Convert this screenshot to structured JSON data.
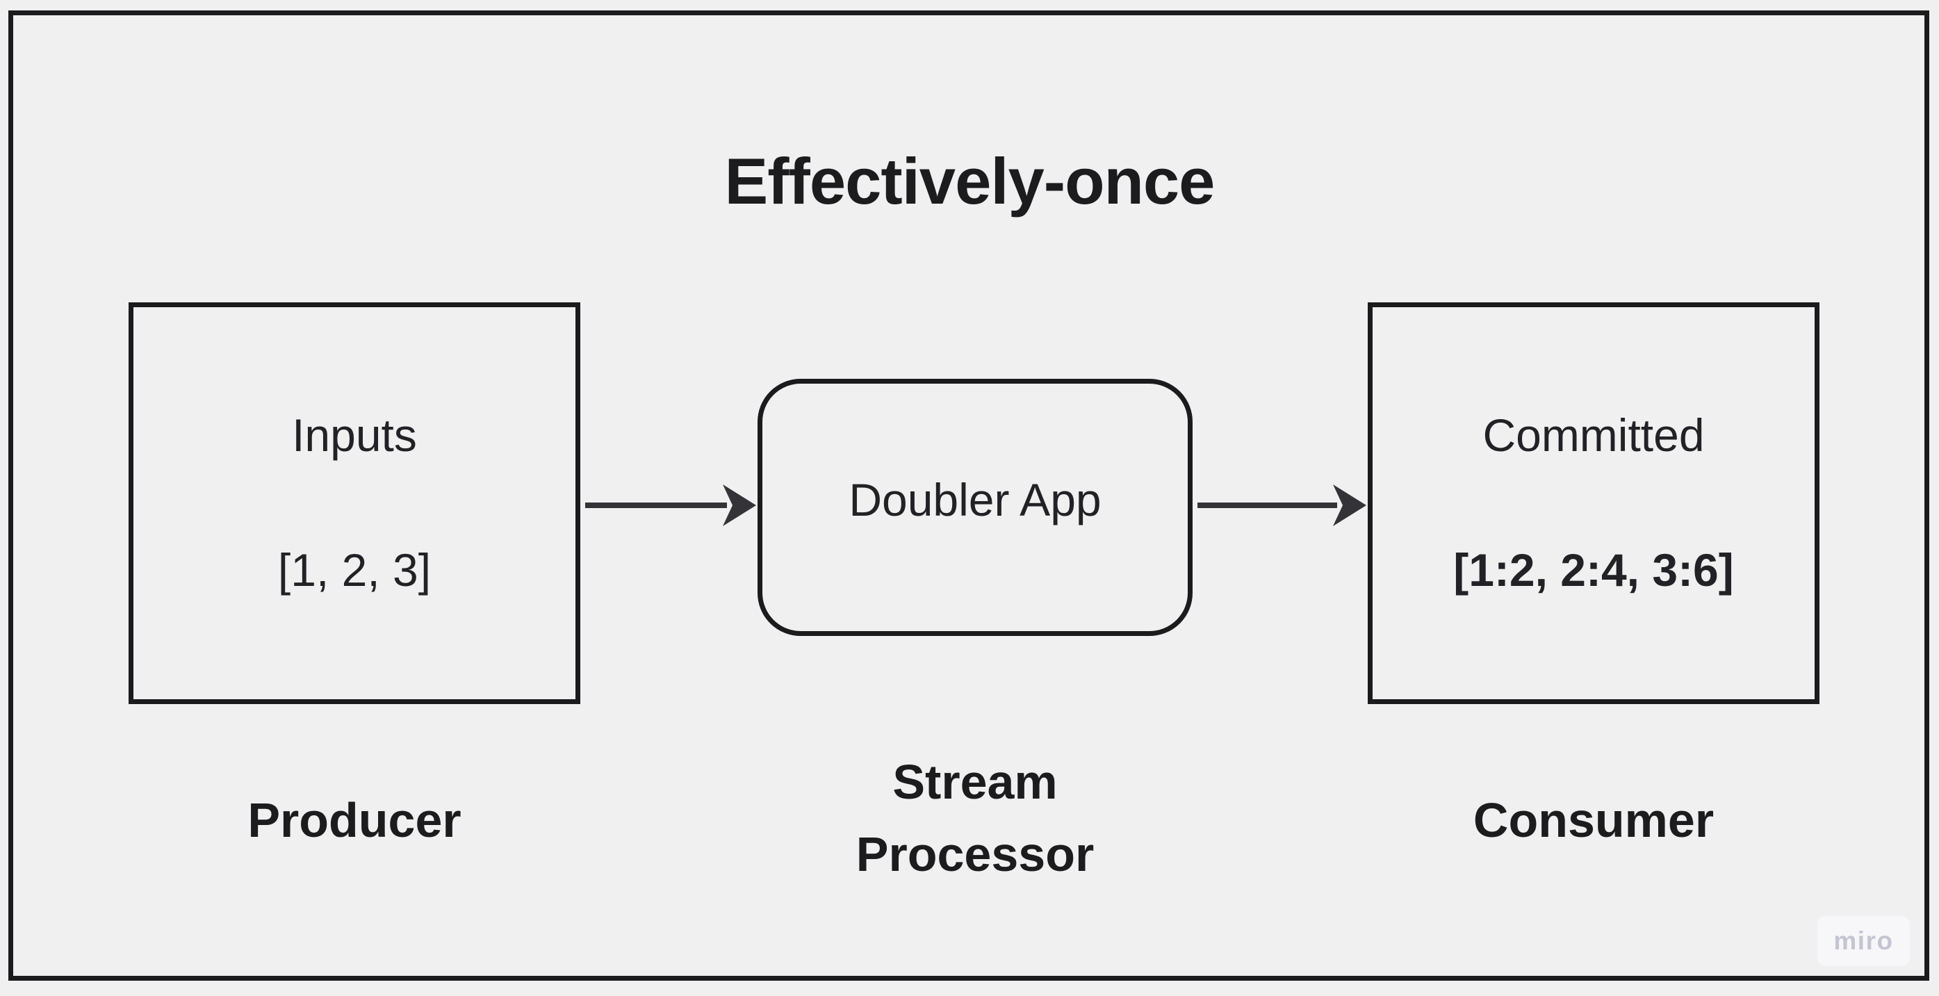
{
  "title": "Effectively-once",
  "colors": {
    "canvas_bg": "#f0f0f1",
    "stroke": "#1b1b1d",
    "arrow": "#333338",
    "text": "#222226",
    "heading": "#1c1c1e",
    "watermark_bg": "#f7f7f9",
    "watermark_text": "#c5c5d2"
  },
  "nodes": {
    "producer": {
      "shape": "rectangle",
      "line1": "Inputs",
      "line2": "[1, 2, 3]",
      "label": "Producer"
    },
    "processor": {
      "shape": "rounded-rectangle",
      "line1": "Doubler App",
      "label_line1": "Stream",
      "label_line2": "Processor"
    },
    "consumer": {
      "shape": "rectangle",
      "line1": "Committed",
      "line2": "[1:2, 2:4, 3:6]",
      "label": "Consumer"
    }
  },
  "edges": [
    {
      "id": "producer-to-processor",
      "from": "Producer",
      "to": "Stream Processor"
    },
    {
      "id": "processor-to-consumer",
      "from": "Stream Processor",
      "to": "Consumer"
    }
  ],
  "watermark": "miro"
}
